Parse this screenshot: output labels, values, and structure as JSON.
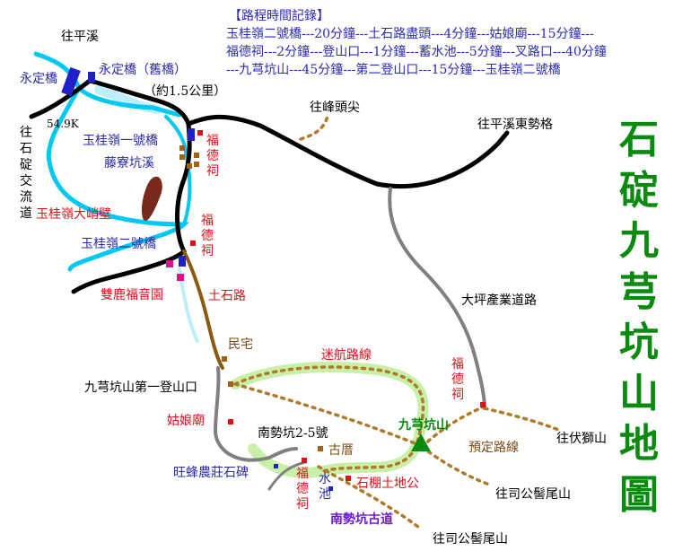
{
  "title": "石碇九芎坑山地圖",
  "record": {
    "heading": "【路程時間記錄】",
    "lines": [
      "玉桂嶺二號橋---20分鐘---土石路盡頭---4分鐘---姑娘廟---15分鐘---",
      "福德祠---2分鐘---登山口---1分鐘---蓄水池---5分鐘---叉路口---40分鐘",
      "---九芎坑山---45分鐘---第二登山口---15分鐘---玉桂嶺二號橋"
    ]
  },
  "labels": {
    "to_pingxi": "往平溪",
    "yongding": "永定橋",
    "yongding_old": "永定橋（舊橋）",
    "about_1_5": "（約1.5公里）",
    "km": "54.9K",
    "to_shiding": [
      "往",
      "石",
      "碇",
      "交",
      "流",
      "道"
    ],
    "to_fengtoujian": "往峰頭尖",
    "to_pingxi_east": "往平溪東勢格",
    "bridge1": "玉桂嶺一號橋",
    "tengliao": "藤寮坑溪",
    "fude1": [
      "福",
      "德",
      "祠"
    ],
    "dayaobi": "玉桂嶺大峭壁",
    "bridge2": "玉桂嶺二號橋",
    "fude2": [
      "福",
      "德",
      "祠"
    ],
    "shuanglu": "雙鹿福音園",
    "dirt_road": "土石路",
    "daping": "大坪產業道路",
    "minzhai": "民宅",
    "mihang": "迷航路線",
    "fude3": [
      "福",
      "德",
      "祠"
    ],
    "first_trailhead": "九芎坑山第一登山口",
    "guniang": "姑娘廟",
    "peak": "九芎坑山",
    "nanshi_no": "南勢坑2-5號",
    "guju": "古厝",
    "planned": "預定路線",
    "to_fushishan": "往伏獅山",
    "wangfeng": "旺蜂農莊石碑",
    "fude4": [
      "福",
      "德",
      "祠"
    ],
    "water": [
      "水",
      "池"
    ],
    "shipeng": "石棚土地公",
    "to_sigong1": "往司公髻尾山",
    "nanshi_trail": "南勢坑古道",
    "to_sigong2": "往司公髻尾山"
  },
  "colors": {
    "road": "#000000",
    "river": "#00c8f0",
    "river_light": "#bdeefa",
    "dirt": "#8a5a10",
    "dotted": "#b07a2a",
    "industrial": "#808080",
    "wander": "#c8f0a8",
    "title_green": "#0b8a10",
    "text_blue": "#2a2ab8",
    "text_red": "#e0101a",
    "marker_red": "#e0101a",
    "marker_magenta": "#e0108a",
    "marker_brown": "#a06018",
    "peak_green": "#0b8a10"
  }
}
